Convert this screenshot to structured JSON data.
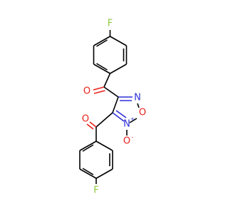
{
  "molecule": {
    "atoms": {
      "f_top": {
        "symbol": "F",
        "color": "#90c83c"
      },
      "f_bottom": {
        "symbol": "F",
        "color": "#90c83c"
      },
      "o_carbonyl_top": {
        "symbol": "O",
        "color": "#e8221c"
      },
      "o_carbonyl_bottom": {
        "symbol": "O",
        "color": "#e8221c"
      },
      "n_ring_top": {
        "symbol": "N",
        "color": "#2f2fd8"
      },
      "o_ring": {
        "symbol": "O",
        "color": "#e8221c"
      },
      "n_oxide": {
        "symbol": "N",
        "color": "#2f2fd8",
        "charge": "+"
      },
      "o_oxide": {
        "symbol": "O",
        "color": "#e8221c",
        "charge": "-"
      }
    }
  }
}
